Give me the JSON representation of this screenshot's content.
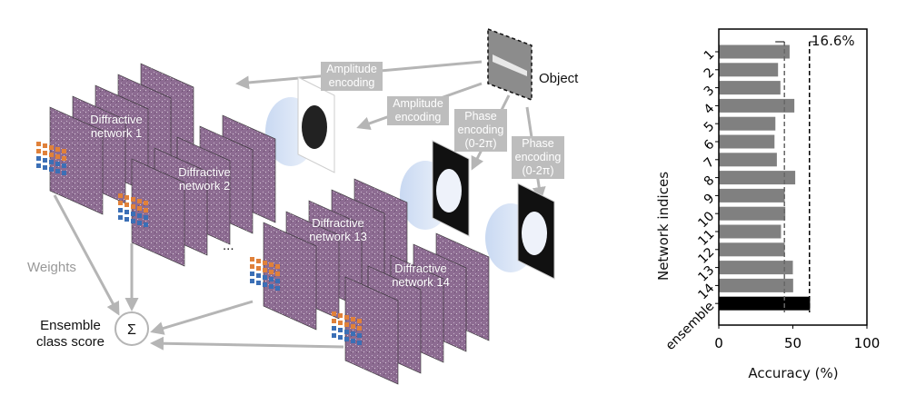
{
  "diagram": {
    "object_label": "Object",
    "encodings": [
      {
        "label": "Amplitude encoding"
      },
      {
        "label": "Amplitude encoding"
      },
      {
        "label": "Phase encoding (0-2π)"
      },
      {
        "label": "Phase encoding (0-2π)"
      }
    ],
    "networks": [
      {
        "label": "Diffractive network 1"
      },
      {
        "label": "Diffractive network 2"
      },
      {
        "label": "Diffractive network 13"
      },
      {
        "label": "Diffractive network 14"
      }
    ],
    "ellipsis": "...",
    "weights_label": "Weights",
    "sum_symbol": "Σ",
    "ensemble_label": "Ensemble class score",
    "colors": {
      "panel": "#8a6a8e",
      "arrow": "#b5b5b5",
      "weight_orange": "#e0813a",
      "weight_blue": "#3b6fb6"
    }
  },
  "chart_data": {
    "type": "bar",
    "orientation": "horizontal",
    "categories": [
      "1",
      "2",
      "3",
      "4",
      "5",
      "6",
      "7",
      "8",
      "9",
      "10",
      "11",
      "12",
      "13",
      "14",
      "ensemble"
    ],
    "values": [
      47.8,
      40.0,
      41.6,
      51.0,
      38.2,
      37.6,
      39.2,
      51.6,
      44.5,
      44.9,
      42.0,
      44.5,
      50.0,
      50.2,
      61.6
    ],
    "colors": {
      "network": "#808080",
      "ensemble": "#000000"
    },
    "xlabel": "Accuracy (%)",
    "ylabel": "Network indices",
    "xlim": [
      0,
      100
    ],
    "xticks": [
      "0",
      "50",
      "100"
    ],
    "reference_lines": [
      44.3,
      61.2
    ],
    "annotation": "16.6%"
  }
}
